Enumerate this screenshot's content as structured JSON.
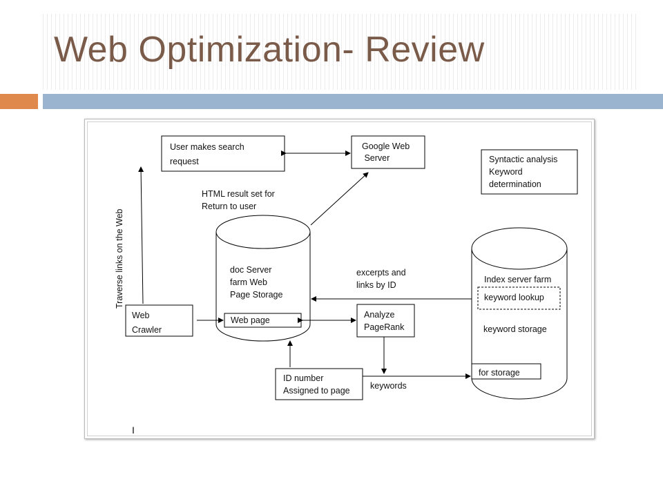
{
  "slide": {
    "title": "Web Optimization- Review"
  },
  "diagram": {
    "user_request": "User makes search\nrequest",
    "google_server": "Google Web\n Server",
    "syntactic": "Syntactic analysis\nKeyword\ndetermination",
    "html_result": "HTML result set for\nReturn to user",
    "traverse": "Traverse links on the Web",
    "doc_server": "doc Server\nfarm Web\nPage Storage",
    "web_page": "Web page",
    "excerpts": "excerpts and\nlinks by ID",
    "index_farm": "Index server farm",
    "keyword_lookup": "keyword lookup",
    "keyword_storage": "keyword storage",
    "web_crawler": "Web\nCrawler",
    "analyze": "Analyze\nPageRank",
    "for_storage": "for storage",
    "id_number": "ID number\nAssigned to page",
    "keywords": "keywords",
    "cursor_mark": "I"
  }
}
